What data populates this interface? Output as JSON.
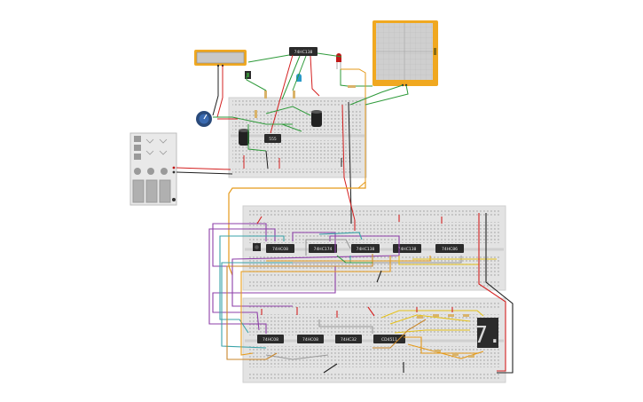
{
  "chips": {
    "top_decoder": "74HC138",
    "timer": "555",
    "row1": [
      "74HC08",
      "74HC174",
      "74HC138",
      "74HC138",
      "74HC86"
    ],
    "row2": [
      "74HC08",
      "74HC08",
      "74HC32",
      "CD4511"
    ]
  },
  "seven_segment": {
    "digit": "7."
  },
  "colors": {
    "board": "#e2e2e2",
    "chip": "#2b2b2b",
    "wire_red": "#d42020",
    "wire_black": "#202020",
    "wire_orange": "#e59a1a",
    "wire_purple": "#8e3fa8",
    "wire_teal": "#3aa3a8",
    "wire_green": "#2e9a3a",
    "wire_yellow": "#e6c21a",
    "wire_gray": "#9a9a9a",
    "scope_frame": "#f0a820",
    "lcd_screen": "#c8c8c8"
  },
  "icons": {
    "oscilloscope": "oscilloscope-icon",
    "lcd": "lcd-display-icon",
    "power_supply": "power-supply-icon",
    "potentiometer": "potentiometer-icon",
    "led": "led-icon",
    "capacitor": "capacitor-icon",
    "resistor": "resistor-icon",
    "pushbutton": "pushbutton-icon"
  }
}
